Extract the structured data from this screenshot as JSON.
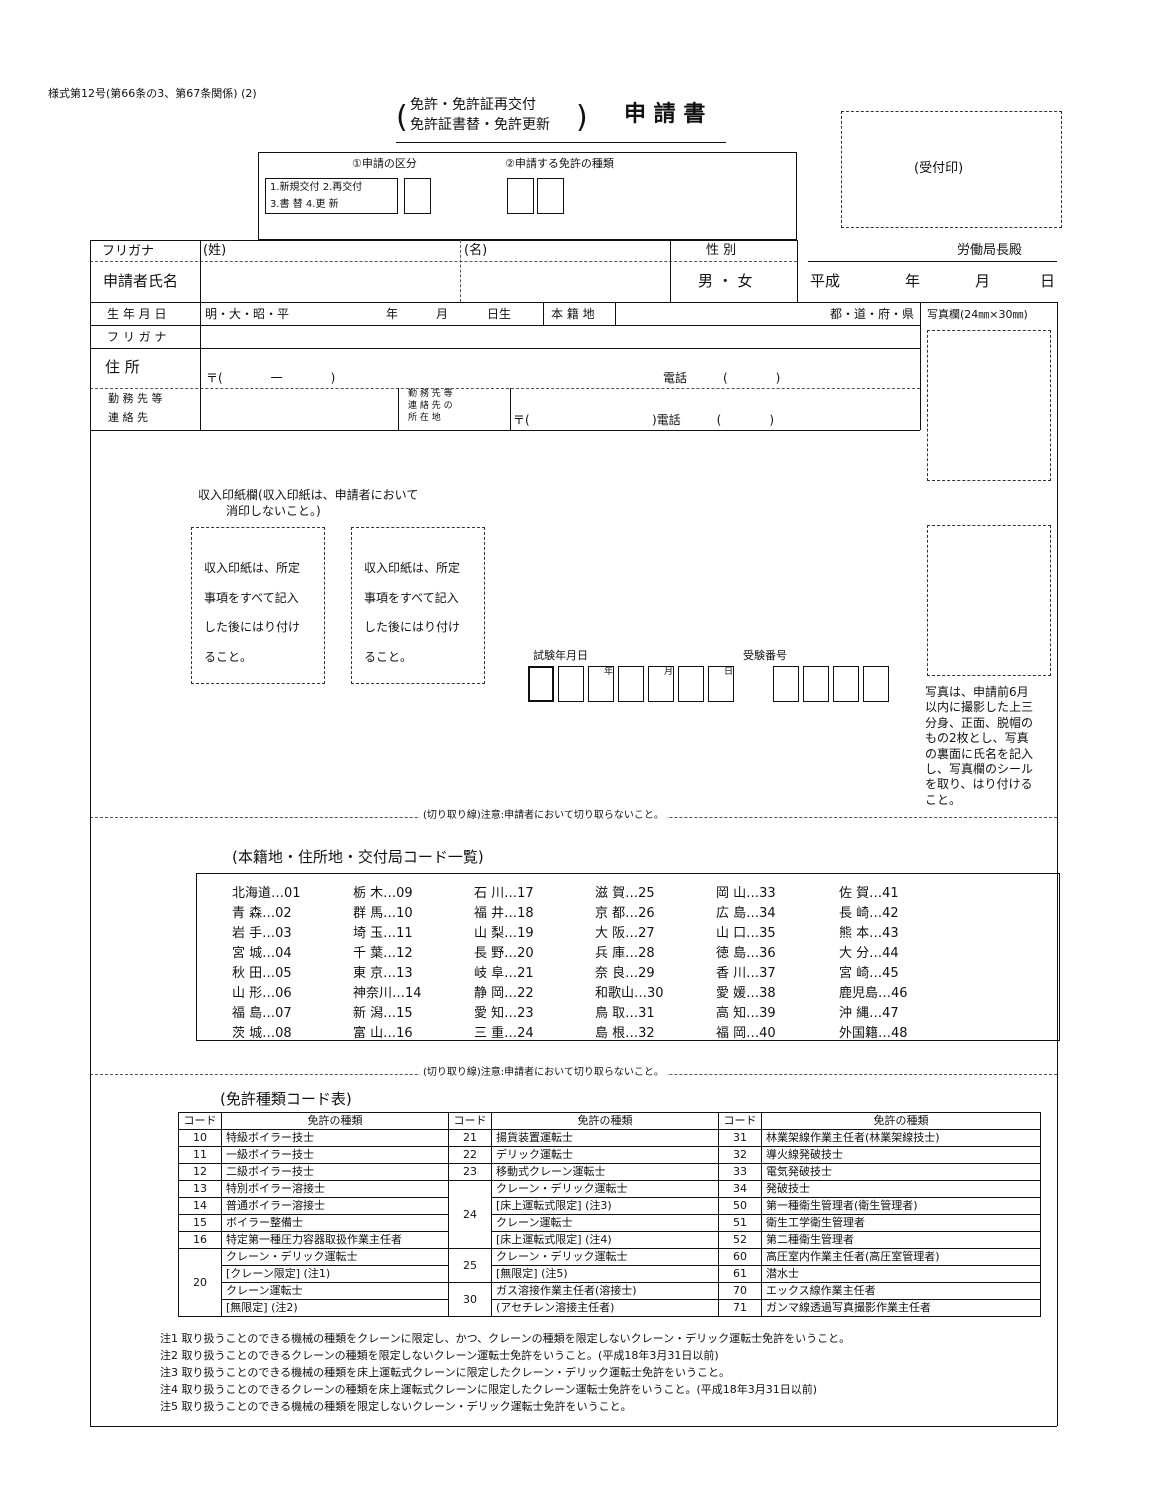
{
  "form_ref": "様式第12号(第66条の3、第67条関係) (2)",
  "title": {
    "paren_line1": "免許・免許証再交付",
    "paren_line2": "免許証書替・免許更新",
    "main": "申 請 書"
  },
  "receipt_stamp": "(受付印)",
  "section_labels": {
    "kubun": "①申請の区分",
    "shurui": "②申請する免許の種類"
  },
  "kubun_options": {
    "line1": "1.新規交付 2.再交付",
    "line2": "3.書 替 4.更 新"
  },
  "addressee": "労働局長殿",
  "date_line": {
    "era": "平成",
    "year": "年",
    "month": "月",
    "day": "日"
  },
  "fields": {
    "furigana": "フリガナ",
    "sei": "(姓)",
    "mei": "(名)",
    "seibetsu": "性 別",
    "shimei": "申請者氏名",
    "sex_options": "男 ・ 女",
    "birth": "生 年 月 日",
    "birth_era": "明・大・昭・平",
    "birth_year": "年",
    "birth_month": "月",
    "birth_day": "日生",
    "honseki": "本 籍 地",
    "honseki_suffix": "都・道・府・県",
    "photo_label": "写真欄(24㎜×30㎜)",
    "furigana2": "フ リ ガ ナ",
    "address": "住 所",
    "postal": "〒(　　　　一　　　　)",
    "tel": "電話　　　(　　　　)",
    "work_contact_1": "勤 務 先 等",
    "work_contact_2": "連 絡 先",
    "work_addr_1": "勤 務 先 等",
    "work_addr_2": "連 絡 先 の",
    "work_addr_3": "所 在 地",
    "work_postal": "〒(",
    "work_tel": ")電話　　　(　　　　)"
  },
  "stamp_section": {
    "heading_1": "収入印紙欄(収入印紙は、申請者において",
    "heading_2": "消印しないこと。)",
    "box_lines": [
      "収入印紙は、所定",
      "事項をすべて記入",
      "した後にはり付け",
      "ること。"
    ]
  },
  "exam": {
    "date_label": "試験年月日",
    "number_label": "受験番号",
    "year_mark": "年",
    "month_mark": "月",
    "day_mark": "日"
  },
  "photo_note": [
    "写真は、申請前6月",
    "以内に撮影した上三",
    "分身、正面、脱帽の",
    "もの2枚とし、写真",
    "の裏面に氏名を記入",
    "し、写真欄のシール",
    "を取り、はり付ける",
    "こと。"
  ],
  "cut_line": "(切り取り線)注意:申請者において切り取らないこと。",
  "code_list_title": "(本籍地・住所地・交付局コード一覧)",
  "prefecture_codes": [
    [
      "北海道…01",
      "青 森…02",
      "岩 手…03",
      "宮 城…04",
      "秋 田…05",
      "山 形…06",
      "福 島…07",
      "茨 城…08"
    ],
    [
      "栃 木…09",
      "群 馬…10",
      "埼 玉…11",
      "千 葉…12",
      "東 京…13",
      "神奈川…14",
      "新 潟…15",
      "富 山…16"
    ],
    [
      "石 川…17",
      "福 井…18",
      "山 梨…19",
      "長 野…20",
      "岐 阜…21",
      "静 岡…22",
      "愛 知…23",
      "三 重…24"
    ],
    [
      "滋 賀…25",
      "京 都…26",
      "大 阪…27",
      "兵 庫…28",
      "奈 良…29",
      "和歌山…30",
      "鳥 取…31",
      "島 根…32"
    ],
    [
      "岡 山…33",
      "広 島…34",
      "山 口…35",
      "徳 島…36",
      "香 川…37",
      "愛 媛…38",
      "高 知…39",
      "福 岡…40"
    ],
    [
      "佐 賀…41",
      "長 崎…42",
      "熊 本…43",
      "大 分…44",
      "宮 崎…45",
      "鹿児島…46",
      "沖 縄…47",
      "外国籍…48"
    ]
  ],
  "license_table_title": "(免許種類コード表)",
  "license_table": {
    "h_code": "コード",
    "h_name": "免許の種類",
    "rows": [
      [
        "10",
        "特級ボイラー技士",
        "21",
        "揚貨装置運転士",
        "31",
        "林業架線作業主任者(林業架線技士)"
      ],
      [
        "11",
        "一級ボイラー技士",
        "22",
        "デリック運転士",
        "32",
        "導火線発破技士"
      ],
      [
        "12",
        "二級ボイラー技士",
        "23",
        "移動式クレーン運転士",
        "33",
        "電気発破技士"
      ],
      [
        "13",
        "特別ボイラー溶接士",
        "24",
        "クレーン・デリック運転士",
        "34",
        "発破技士"
      ],
      [
        "14",
        "普通ボイラー溶接士",
        "",
        "[床上運転式限定] (注3)",
        "50",
        "第一種衛生管理者(衛生管理者)"
      ],
      [
        "15",
        "ボイラー整備士",
        "",
        "クレーン運転士",
        "51",
        "衛生工学衛生管理者"
      ],
      [
        "16",
        "特定第一種圧力容器取扱作業主任者",
        "",
        "[床上運転式限定] (注4)",
        "52",
        "第二種衛生管理者"
      ],
      [
        "20",
        "クレーン・デリック運転士",
        "25",
        "クレーン・デリック運転士",
        "60",
        "高圧室内作業主任者(高圧室管理者)"
      ],
      [
        "",
        "[クレーン限定] (注1)",
        "",
        "[無限定] (注5)",
        "61",
        "潜水士"
      ],
      [
        "",
        "クレーン運転士",
        "30",
        "ガス溶接作業主任者(溶接士)",
        "70",
        "エックス線作業主任者"
      ],
      [
        "",
        "[無限定] (注2)",
        "",
        "(アセチレン溶接主任者)",
        "71",
        "ガンマ線透過写真撮影作業主任者"
      ]
    ]
  },
  "notes": [
    "注1 取り扱うことのできる機械の種類をクレーンに限定し、かつ、クレーンの種類を限定しないクレーン・デリック運転士免許をいうこと。",
    "注2 取り扱うことのできるクレーンの種類を限定しないクレーン運転士免許をいうこと。(平成18年3月31日以前)",
    "注3 取り扱うことのできる機械の種類を床上運転式クレーンに限定したクレーン・デリック運転士免許をいうこと。",
    "注4 取り扱うことのできるクレーンの種類を床上運転式クレーンに限定したクレーン運転士免許をいうこと。(平成18年3月31日以前)",
    "注5 取り扱うことのできる機械の種類を限定しないクレーン・デリック運転士免許をいうこと。"
  ]
}
